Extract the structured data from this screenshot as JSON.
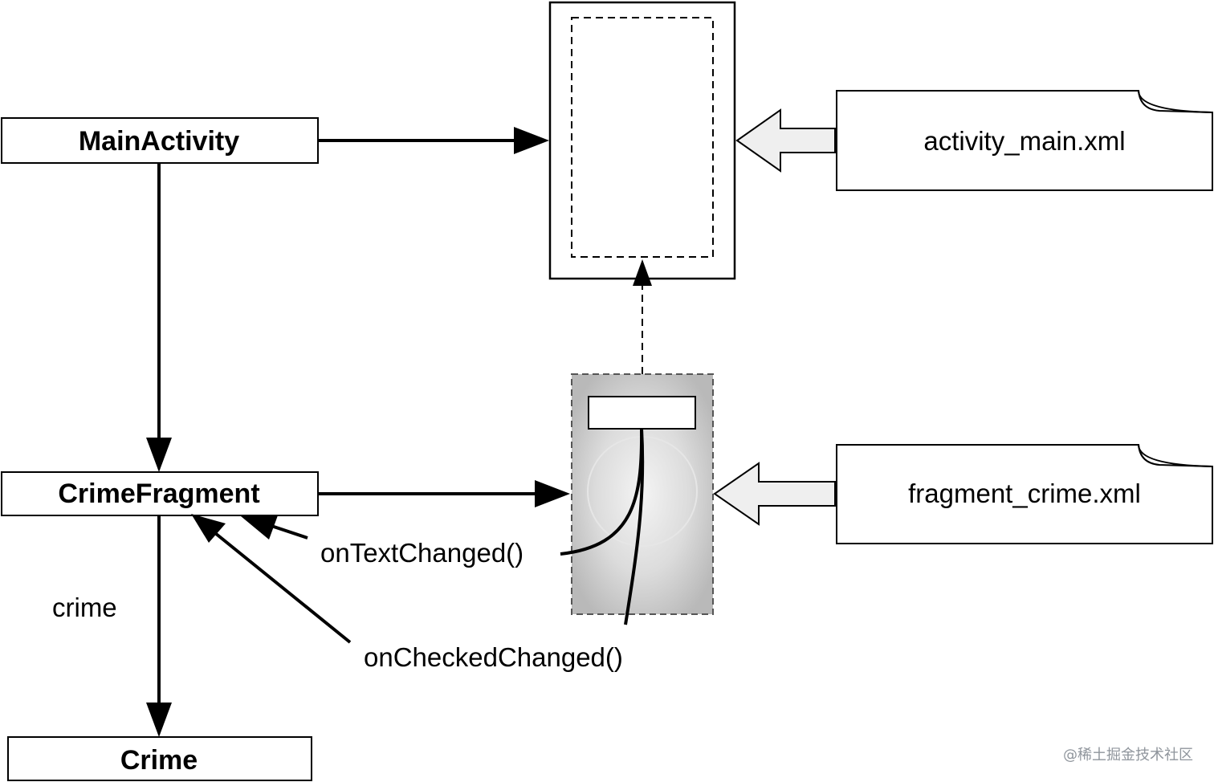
{
  "classes": {
    "main_activity": "MainActivity",
    "crime_fragment": "CrimeFragment",
    "crime": "Crime"
  },
  "files": {
    "activity_layout": "activity_main.xml",
    "fragment_layout": "fragment_crime.xml"
  },
  "labels": {
    "crime_reference": "crime",
    "text_listener": "onTextChanged()",
    "checked_listener": "onCheckedChanged()"
  },
  "watermark": "@稀土掘金技术社区",
  "colors": {
    "stroke": "#000000",
    "file_arrow_fill": "#efefef",
    "fragment_fill_center": "#f4f4f4",
    "fragment_fill_edge": "#bdbdbd",
    "watermark": "#8f959c"
  }
}
